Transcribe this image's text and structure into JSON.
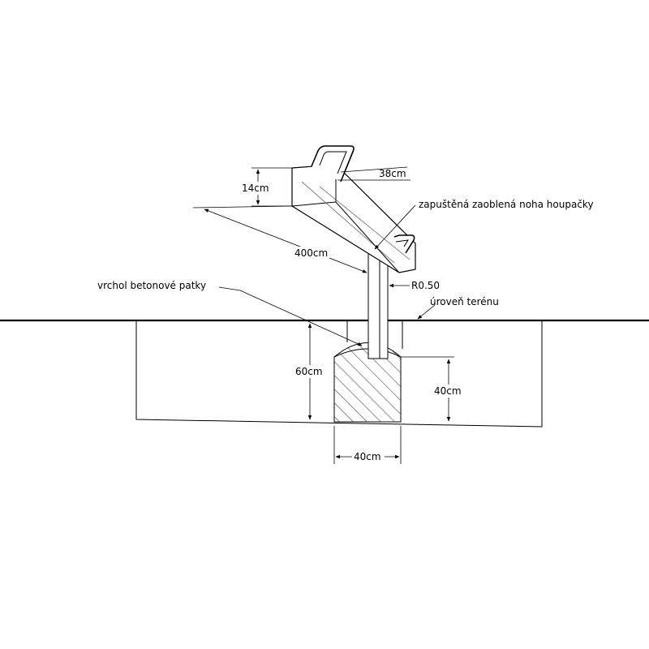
{
  "labels": {
    "dim_height_beam": "14cm",
    "dim_handle": "38cm",
    "leader_leg": "zapuštěná zaoblená noha houpačky",
    "dim_length": "400cm",
    "leader_footing": "vrchol betonové patky",
    "dim_radius": "R0.50",
    "leader_ground": "úroveň terénu",
    "dim_depth_pit": "60cm",
    "dim_footing_height": "40cm",
    "dim_footing_width": "40cm"
  },
  "colors": {
    "line": "#000000",
    "hatch": "#333333",
    "background": "#ffffff"
  }
}
